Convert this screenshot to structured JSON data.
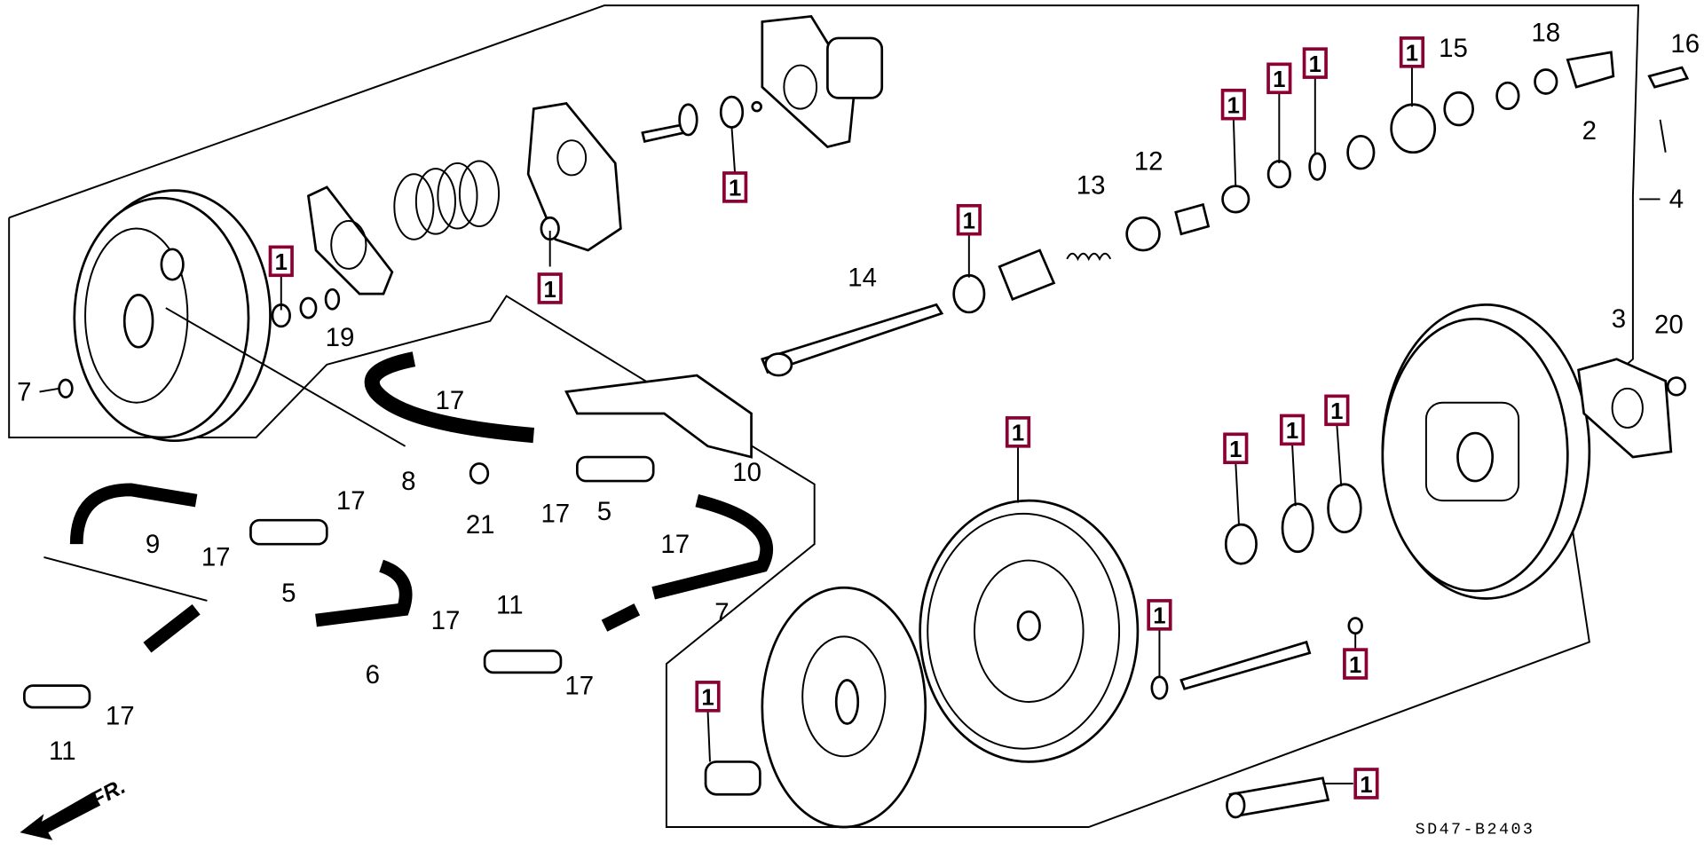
{
  "diagram": {
    "callout_color": "#8b0033",
    "kit_label": "1",
    "labels": {
      "n2": "2",
      "n3": "3",
      "n4": "4",
      "n5": "5",
      "n6": "6",
      "n7": "7",
      "n8": "8",
      "n9": "9",
      "n10": "10",
      "n11": "11",
      "n12": "12",
      "n13": "13",
      "n14": "14",
      "n15": "15",
      "n16": "16",
      "n17": "17",
      "n18": "18",
      "n19": "19",
      "n20": "20",
      "n21": "21"
    },
    "direction_label": "FR.",
    "diagram_code": "SD47-B2403"
  }
}
